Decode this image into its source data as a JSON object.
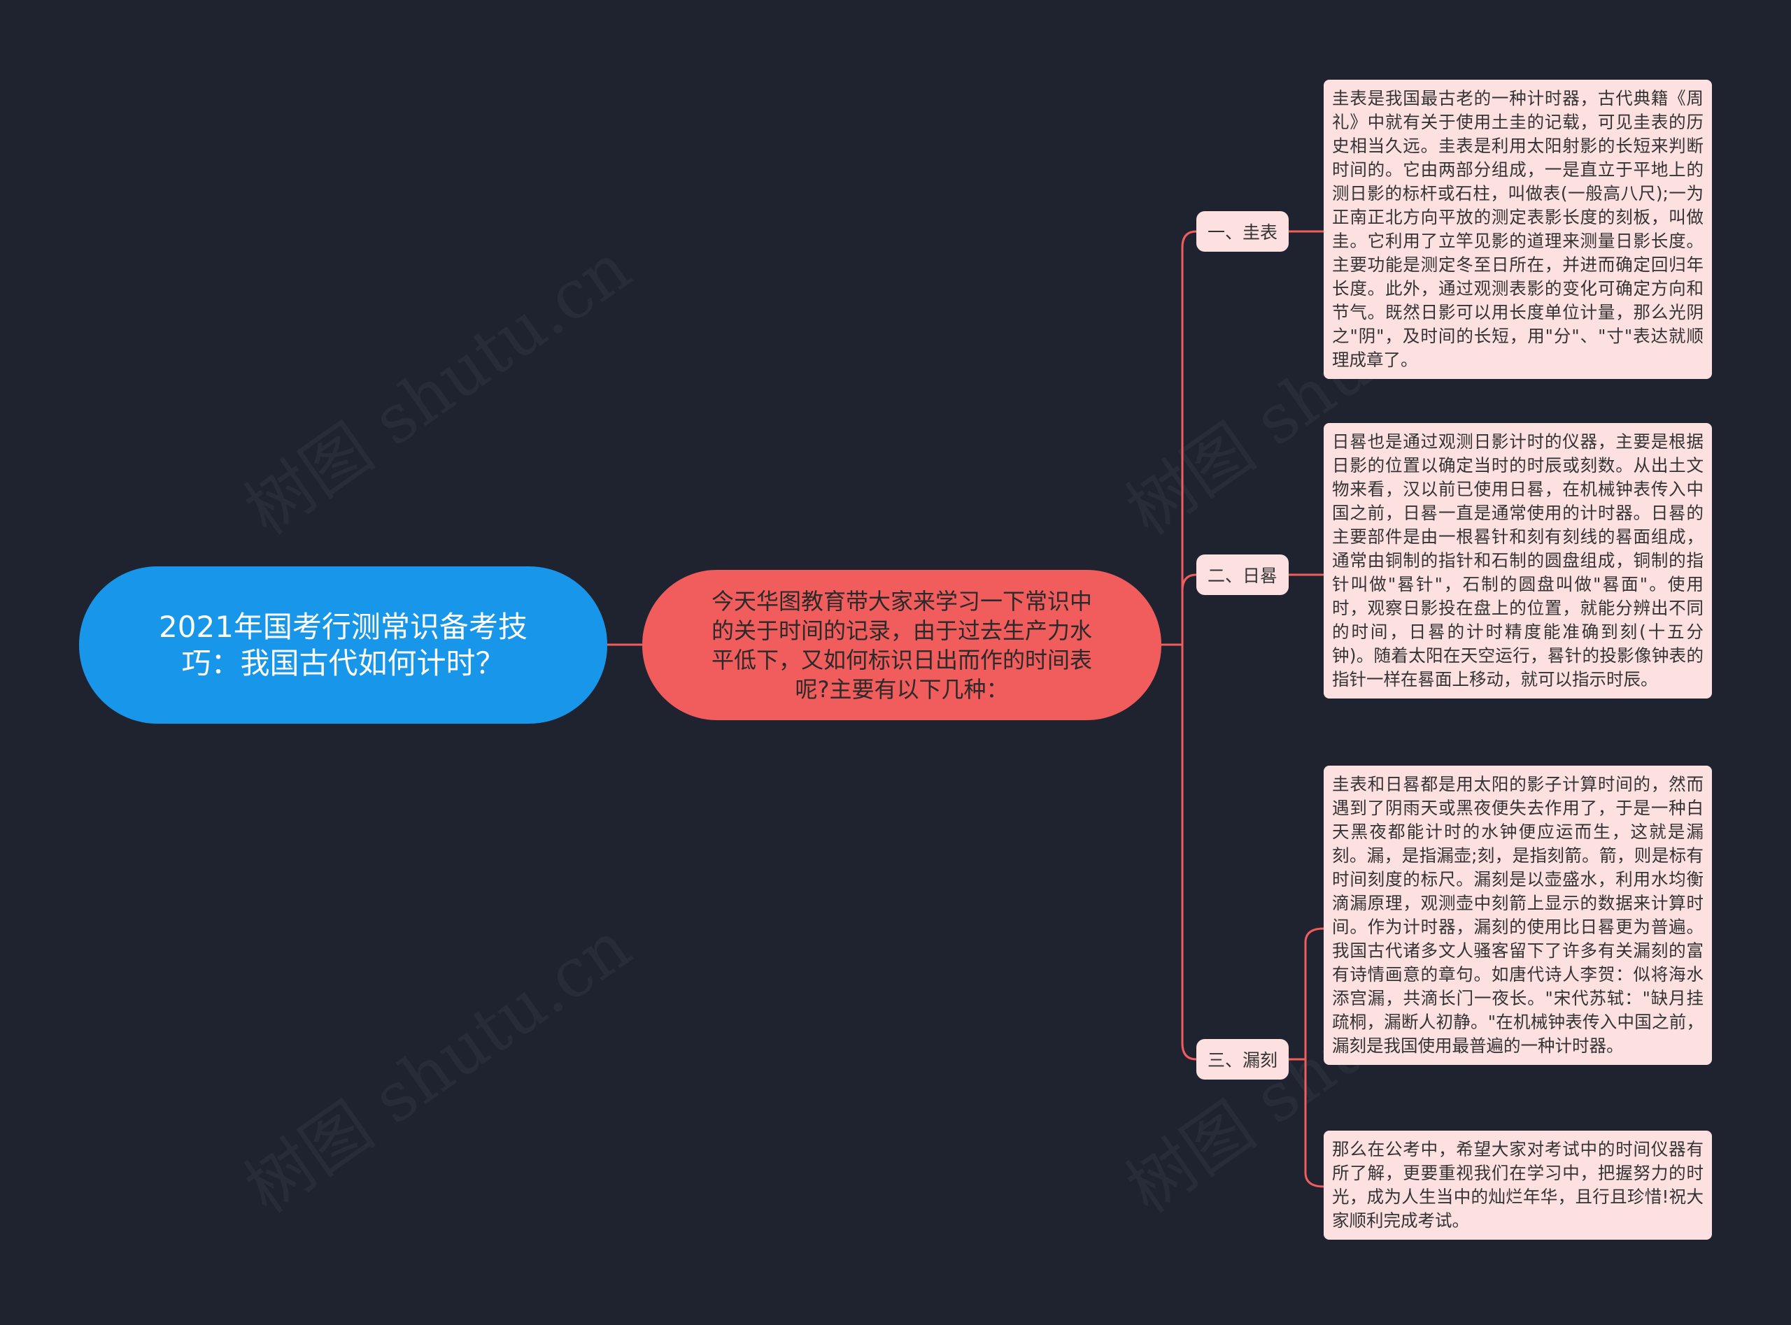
{
  "colors": {
    "background": "#1f2330",
    "root": "#1896ea",
    "intro": "#f15c5c",
    "branch": "#fde1e1",
    "leaf": "#fde1e1",
    "connector": "#f15c5c"
  },
  "watermark": "树图 shutu.cn",
  "root": {
    "text": "2021年国考行测常识备考技巧：我国古代如何计时？"
  },
  "intro": {
    "text": "今天华图教育带大家来学习一下常识中的关于时间的记录，由于过去生产力水平低下，又如何标识日出而作的时间表呢?主要有以下几种："
  },
  "branches": [
    {
      "label": "一、圭表",
      "leaves": [
        "圭表是我国最古老的一种计时器，古代典籍《周礼》中就有关于使用土圭的记载，可见圭表的历史相当久远。圭表是利用太阳射影的长短来判断时间的。它由两部分组成，一是直立于平地上的测日影的标杆或石柱，叫做表(一般高八尺);一为正南正北方向平放的测定表影长度的刻板，叫做圭。它利用了立竿见影的道理来测量日影长度。主要功能是测定冬至日所在，并进而确定回归年长度。此外，通过观测表影的变化可确定方向和节气。既然日影可以用长度单位计量，那么光阴之\"阴\"，及时间的长短，用\"分\"、\"寸\"表达就顺理成章了。"
      ]
    },
    {
      "label": "二、日晷",
      "leaves": [
        "日晷也是通过观测日影计时的仪器，主要是根据日影的位置以确定当时的时辰或刻数。从出土文物来看，汉以前已使用日晷，在机械钟表传入中国之前，日晷一直是通常使用的计时器。日晷的主要部件是由一根晷针和刻有刻线的晷面组成，通常由铜制的指针和石制的圆盘组成，铜制的指针叫做\"晷针\"，石制的圆盘叫做\"晷面\"。使用时，观察日影投在盘上的位置，就能分辨出不同的时间，日晷的计时精度能准确到刻(十五分钟)。随着太阳在天空运行，晷针的投影像钟表的指针一样在晷面上移动，就可以指示时辰。"
      ]
    },
    {
      "label": "三、漏刻",
      "leaves": [
        "圭表和日晷都是用太阳的影子计算时间的，然而遇到了阴雨天或黑夜便失去作用了，于是一种白天黑夜都能计时的水钟便应运而生，这就是漏刻。漏，是指漏壶;刻，是指刻箭。箭，则是标有时间刻度的标尺。漏刻是以壶盛水，利用水均衡滴漏原理，观测壶中刻箭上显示的数据来计算时间。作为计时器，漏刻的使用比日晷更为普遍。我国古代诸多文人骚客留下了许多有关漏刻的富有诗情画意的章句。如唐代诗人李贺：似将海水添宫漏，共滴长门一夜长。\"宋代苏轼：\"缺月挂疏桐，漏断人初静。\"在机械钟表传入中国之前，漏刻是我国使用最普遍的一种计时器。",
        "那么在公考中，希望大家对考试中的时间仪器有所了解，更要重视我们在学习中，把握努力的时光，成为人生当中的灿烂年华，且行且珍惜!祝大家顺利完成考试。"
      ]
    }
  ]
}
